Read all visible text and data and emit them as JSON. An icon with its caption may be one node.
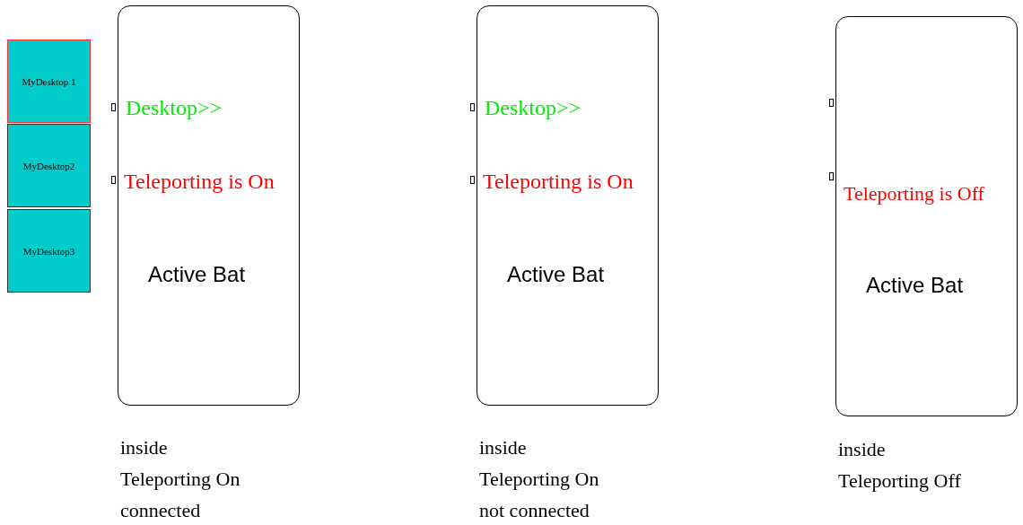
{
  "diagram": {
    "nodes": [
      {
        "text": [
          "MyDesktop 1"
        ]
      },
      {
        "text": [
          "MyDesktop2"
        ]
      },
      {
        "text": [
          "MyDesktop3"
        ]
      },
      {
        "text": [
          "Desktop>>",
          "Teleporting is On",
          "Active Bat"
        ],
        "beside": [
          "inside",
          "Teleporting On",
          "connected"
        ]
      },
      {
        "text": [
          "Desktop>>",
          "Teleporting is On",
          "Active Bat"
        ],
        "beside": [
          "inside",
          "Teleporting On",
          "not connected"
        ]
      },
      {
        "text": [
          "Teleporting is Off",
          "Active Bat"
        ],
        "beside": [
          "inside",
          "Teleporting Off"
        ]
      }
    ],
    "edges": []
  }
}
